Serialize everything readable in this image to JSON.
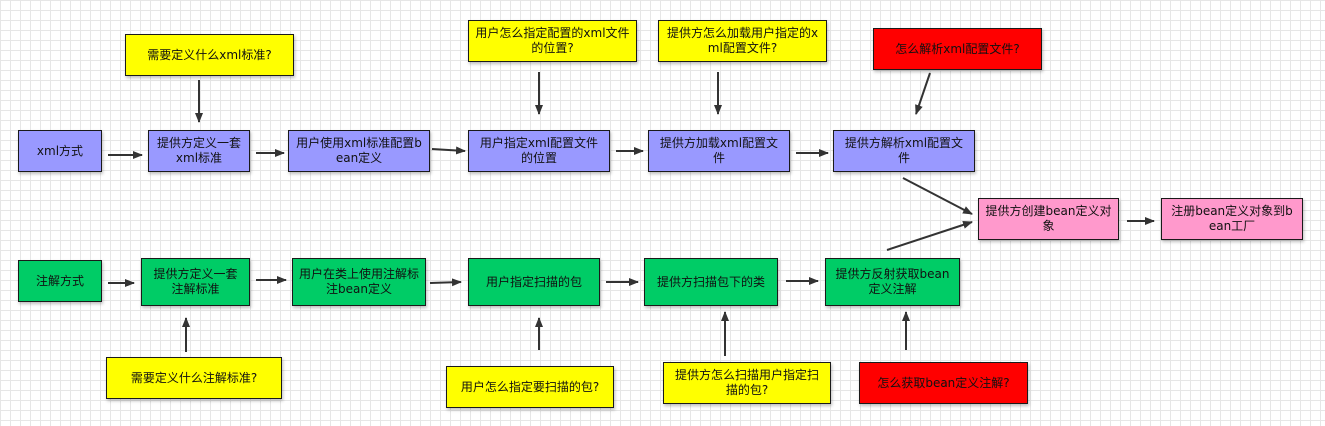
{
  "nodes": {
    "xml_mode": "xml方式",
    "xml_step1": "提供方定义一套xml标准",
    "xml_step2": "用户使用xml标准配置bean定义",
    "xml_step3": "用户指定xml配置文件的位置",
    "xml_step4": "提供方加载xml配置文件",
    "xml_step5": "提供方解析xml配置文件",
    "create_bean": "提供方创建bean定义对象",
    "register_bean": "注册bean定义对象到bean工厂",
    "anno_mode": "注解方式",
    "anno_step1": "提供方定义一套注解标准",
    "anno_step2": "用户在类上使用注解标注bean定义",
    "anno_step3": "用户指定扫描的包",
    "anno_step4": "提供方扫描包下的类",
    "anno_step5": "提供方反射获取bean定义注解",
    "q_xml_standard": "需要定义什么xml标准?",
    "q_xml_location": "用户怎么指定配置的xml文件的位置?",
    "q_xml_load": "提供方怎么加载用户指定的xml配置文件?",
    "q_xml_parse": "怎么解析xml配置文件?",
    "q_anno_standard": "需要定义什么注解标准?",
    "q_anno_package": "用户怎么指定要扫描的包?",
    "q_anno_scan": "提供方怎么扫描用户指定扫描的包?",
    "q_anno_get": "怎么获取bean定义注解?"
  },
  "colors": {
    "xml_flow": "#9999ff",
    "annotation_flow": "#00cc66",
    "question": "#ffff00",
    "hard_question": "#ff0000",
    "create": "#ff99cc",
    "register": "#66ffff",
    "arrow": "#333333"
  }
}
